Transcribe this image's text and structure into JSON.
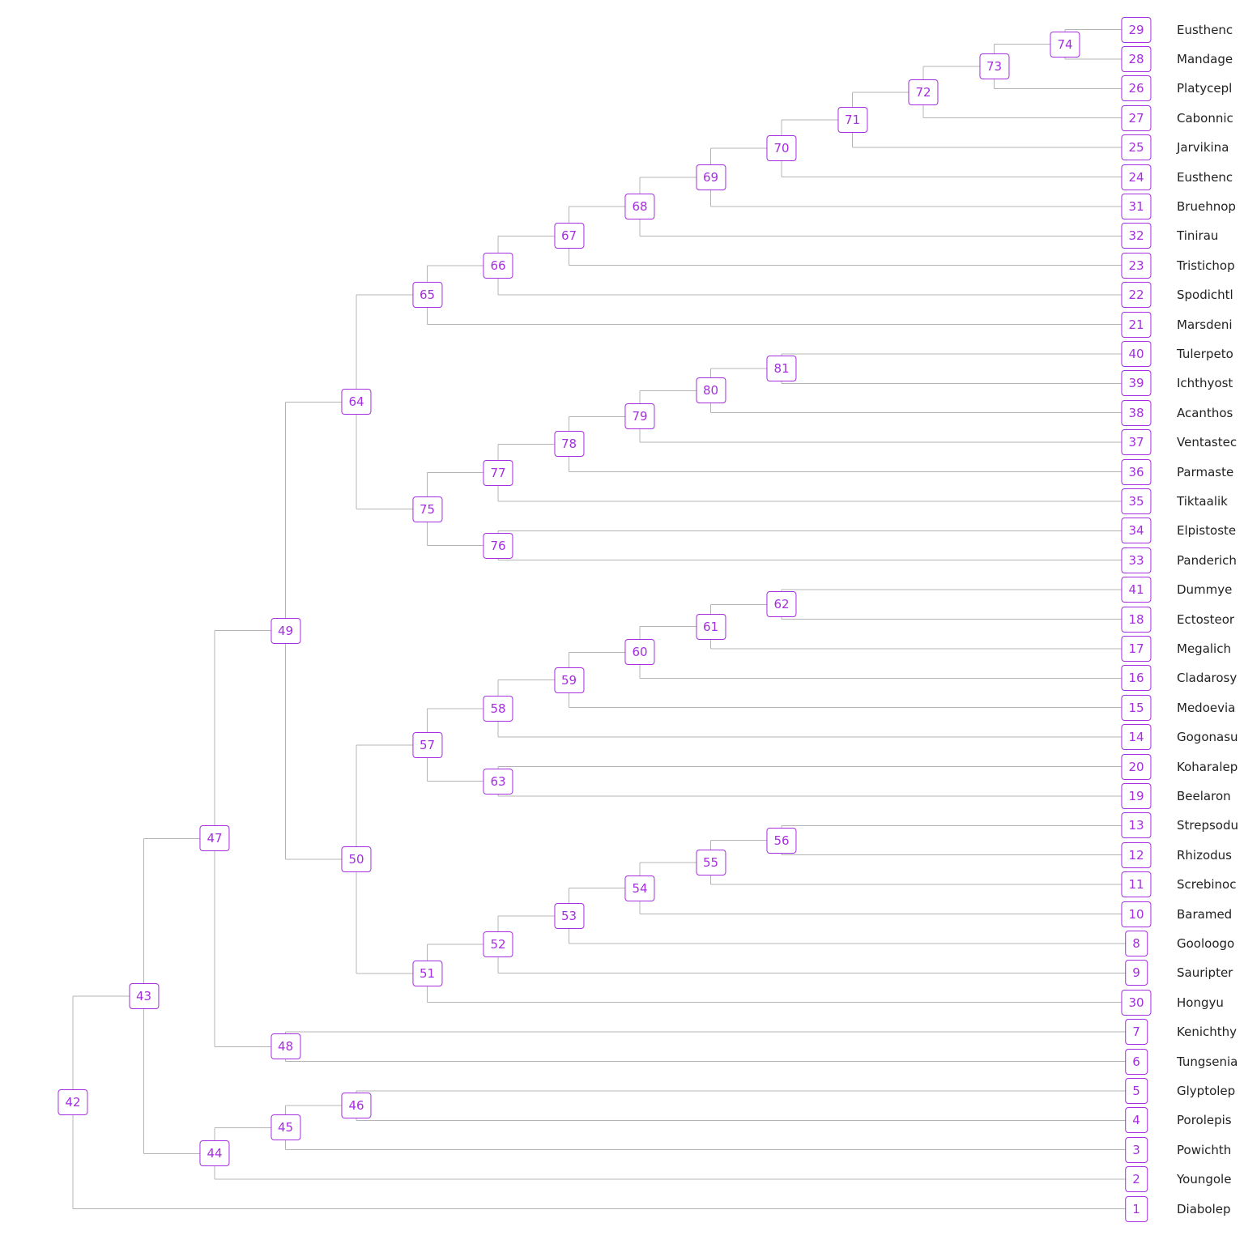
{
  "tree": {
    "root": "42",
    "internal": [
      {
        "id": "42",
        "children": [
          "43",
          "1"
        ]
      },
      {
        "id": "43",
        "children": [
          "47",
          "44"
        ]
      },
      {
        "id": "44",
        "children": [
          "45",
          "2"
        ]
      },
      {
        "id": "45",
        "children": [
          "46",
          "3"
        ]
      },
      {
        "id": "46",
        "children": [
          "5",
          "4"
        ]
      },
      {
        "id": "47",
        "children": [
          "49",
          "48"
        ]
      },
      {
        "id": "48",
        "children": [
          "7",
          "6"
        ]
      },
      {
        "id": "49",
        "children": [
          "64",
          "50"
        ]
      },
      {
        "id": "50",
        "children": [
          "57",
          "51"
        ]
      },
      {
        "id": "51",
        "children": [
          "52",
          "30"
        ]
      },
      {
        "id": "52",
        "children": [
          "53",
          "9"
        ]
      },
      {
        "id": "53",
        "children": [
          "54",
          "8"
        ]
      },
      {
        "id": "54",
        "children": [
          "55",
          "10"
        ]
      },
      {
        "id": "55",
        "children": [
          "56",
          "11"
        ]
      },
      {
        "id": "56",
        "children": [
          "13",
          "12"
        ]
      },
      {
        "id": "57",
        "children": [
          "58",
          "63"
        ]
      },
      {
        "id": "58",
        "children": [
          "59",
          "14"
        ]
      },
      {
        "id": "59",
        "children": [
          "60",
          "15"
        ]
      },
      {
        "id": "60",
        "children": [
          "61",
          "16"
        ]
      },
      {
        "id": "61",
        "children": [
          "62",
          "17"
        ]
      },
      {
        "id": "62",
        "children": [
          "41",
          "18"
        ]
      },
      {
        "id": "63",
        "children": [
          "20",
          "19"
        ]
      },
      {
        "id": "64",
        "children": [
          "65",
          "75"
        ]
      },
      {
        "id": "65",
        "children": [
          "66",
          "21"
        ]
      },
      {
        "id": "66",
        "children": [
          "67",
          "22"
        ]
      },
      {
        "id": "67",
        "children": [
          "68",
          "23"
        ]
      },
      {
        "id": "68",
        "children": [
          "69",
          "32"
        ]
      },
      {
        "id": "69",
        "children": [
          "70",
          "31"
        ]
      },
      {
        "id": "70",
        "children": [
          "71",
          "24"
        ]
      },
      {
        "id": "71",
        "children": [
          "72",
          "25"
        ]
      },
      {
        "id": "72",
        "children": [
          "73",
          "27"
        ]
      },
      {
        "id": "73",
        "children": [
          "74",
          "26"
        ]
      },
      {
        "id": "74",
        "children": [
          "29",
          "28"
        ]
      },
      {
        "id": "75",
        "children": [
          "77",
          "76"
        ]
      },
      {
        "id": "76",
        "children": [
          "34",
          "33"
        ]
      },
      {
        "id": "77",
        "children": [
          "78",
          "35"
        ]
      },
      {
        "id": "78",
        "children": [
          "79",
          "36"
        ]
      },
      {
        "id": "79",
        "children": [
          "80",
          "37"
        ]
      },
      {
        "id": "80",
        "children": [
          "81",
          "38"
        ]
      },
      {
        "id": "81",
        "children": [
          "40",
          "39"
        ]
      }
    ],
    "leaves": [
      {
        "id": "29",
        "name": "Eusthenc"
      },
      {
        "id": "28",
        "name": "Mandage"
      },
      {
        "id": "26",
        "name": "Platycepl"
      },
      {
        "id": "27",
        "name": "Cabonnic"
      },
      {
        "id": "25",
        "name": "Jarvikina"
      },
      {
        "id": "24",
        "name": "Eusthenc"
      },
      {
        "id": "31",
        "name": "Bruehnop"
      },
      {
        "id": "32",
        "name": "Tinirau"
      },
      {
        "id": "23",
        "name": "Tristichop"
      },
      {
        "id": "22",
        "name": "Spodichtl"
      },
      {
        "id": "21",
        "name": "Marsdeni"
      },
      {
        "id": "40",
        "name": "Tulerpeto"
      },
      {
        "id": "39",
        "name": "Ichthyost"
      },
      {
        "id": "38",
        "name": "Acanthos"
      },
      {
        "id": "37",
        "name": "Ventastec"
      },
      {
        "id": "36",
        "name": "Parmaste"
      },
      {
        "id": "35",
        "name": "Tiktaalik"
      },
      {
        "id": "34",
        "name": "Elpistoste"
      },
      {
        "id": "33",
        "name": "Panderich"
      },
      {
        "id": "41",
        "name": "Dummye"
      },
      {
        "id": "18",
        "name": "Ectosteor"
      },
      {
        "id": "17",
        "name": "Megalich"
      },
      {
        "id": "16",
        "name": "Cladarosy"
      },
      {
        "id": "15",
        "name": "Medoevia"
      },
      {
        "id": "14",
        "name": "Gogonasu"
      },
      {
        "id": "20",
        "name": "Koharalep"
      },
      {
        "id": "19",
        "name": "Beelaron"
      },
      {
        "id": "13",
        "name": "Strepsodu"
      },
      {
        "id": "12",
        "name": "Rhizodus"
      },
      {
        "id": "11",
        "name": "Screbinoc"
      },
      {
        "id": "10",
        "name": "Baramed"
      },
      {
        "id": "8",
        "name": "Gooloogo"
      },
      {
        "id": "9",
        "name": "Sauripter"
      },
      {
        "id": "30",
        "name": "Hongyu"
      },
      {
        "id": "7",
        "name": "Kenichthy"
      },
      {
        "id": "6",
        "name": "Tungsenia"
      },
      {
        "id": "5",
        "name": "Glyptolep"
      },
      {
        "id": "4",
        "name": "Porolepis"
      },
      {
        "id": "3",
        "name": "Powichth"
      },
      {
        "id": "2",
        "name": "Youngole"
      },
      {
        "id": "1",
        "name": "Diabolep"
      }
    ]
  },
  "colors": {
    "node_border": "#a52ee0",
    "node_text": "#a52ee0",
    "edge": "#b4b4b4",
    "leaf_text": "#222222"
  }
}
